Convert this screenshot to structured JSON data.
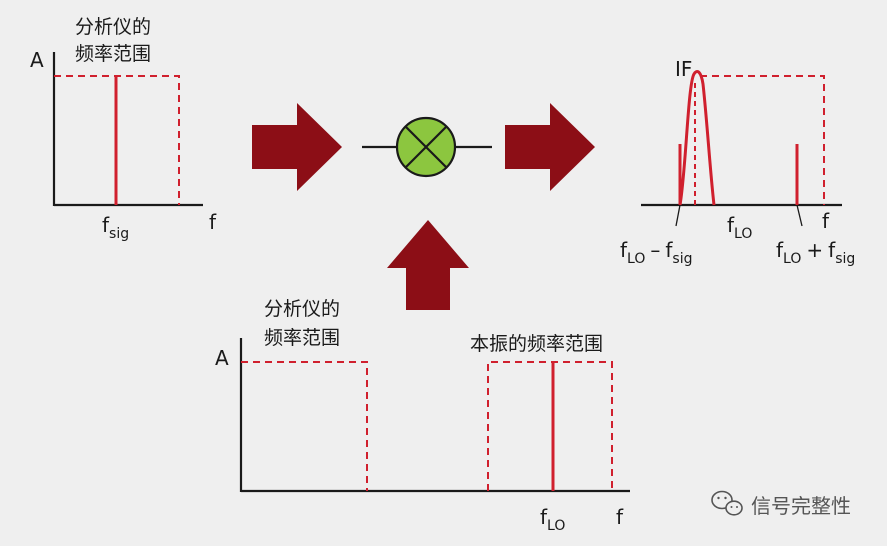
{
  "colors": {
    "signal_red": "#d0202e",
    "arrow_fill": "#8c0e16",
    "mixer_fill": "#8cc63f",
    "axis": "#1a1a1a"
  },
  "panel_top_left": {
    "caption_line1": "分析仪的",
    "caption_line2": "频率范围",
    "y_label": "A",
    "x_label": "f",
    "signal_label_main": "f",
    "signal_label_sub": "sig"
  },
  "panel_output": {
    "peak_label": "IF",
    "x_label": "f",
    "center_label_main": "f",
    "center_label_sub": "LO",
    "lower_main": "f",
    "lower_sub1": "LO",
    "lower_op": "–",
    "lower_main2": "f",
    "lower_sub2": "sig",
    "upper_main": "f",
    "upper_sub1": "LO",
    "upper_op": "+",
    "upper_main2": "f",
    "upper_sub2": "sig"
  },
  "panel_bottom": {
    "caption_line1": "分析仪的",
    "caption_line2": "频率范围",
    "lo_caption": "本振的频率范围",
    "y_label": "A",
    "x_label": "f",
    "lo_label_main": "f",
    "lo_label_sub": "LO"
  },
  "watermark": {
    "icon": "wechat-icon",
    "text": "信号完整性"
  }
}
